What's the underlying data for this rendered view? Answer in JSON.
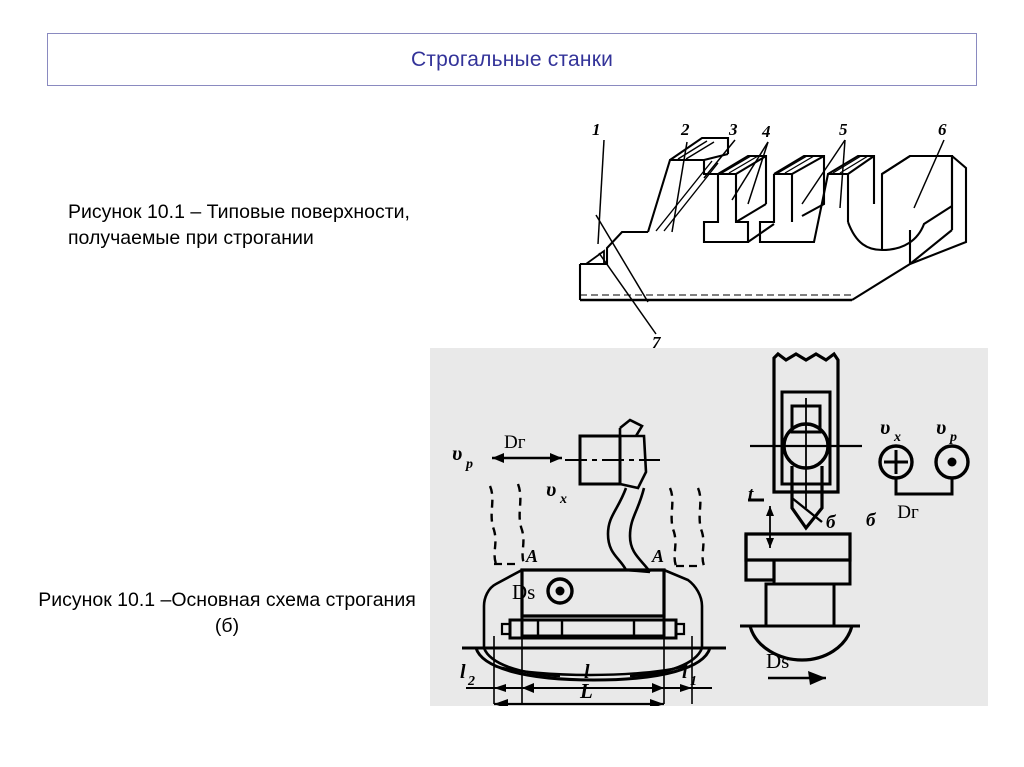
{
  "slide": {
    "title": "Строгальные станки",
    "title_color": "#333399",
    "title_border_color": "#8a8ac0",
    "background_color": "#ffffff"
  },
  "captions": {
    "figure1": "Рисунок 10.1 – Типовые поверхности, получаемые при строгании",
    "figure2": "Рисунок 10.1 –Основная схема строгания (б)"
  },
  "figure1": {
    "name": "typical-planed-surfaces-drawing",
    "description": "Изометрический чертёж детали с типовыми поверхностями, получаемыми при строгании",
    "callouts": [
      {
        "id": "1",
        "label": "1"
      },
      {
        "id": "2",
        "label": "2"
      },
      {
        "id": "3",
        "label": "3"
      },
      {
        "id": "4",
        "label": "4"
      },
      {
        "id": "5",
        "label": "5"
      },
      {
        "id": "6",
        "label": "6"
      },
      {
        "id": "7",
        "label": "7"
      }
    ]
  },
  "figure2": {
    "name": "planing-kinematic-scheme",
    "panel_color": "#e9e9e9",
    "labels": {
      "v_p": "υ",
      "v_p_sub": "р",
      "v_x": "υ",
      "v_x_sub": "х",
      "d_g_left": "Dг",
      "d_s_table": "Ds",
      "section_a_left": "А",
      "section_a_right": "А",
      "dim_l2": "l",
      "dim_l2_sub": "2",
      "dim_l": "l",
      "dim_l1": "l",
      "dim_l1_sub": "1",
      "dim_L": "L",
      "depth_t": "t",
      "section_b_left": "б",
      "section_b_right": "б",
      "d_s_right": "Ds",
      "legend_v_x": "υ",
      "legend_v_x_sub": "х",
      "legend_v_p": "υ",
      "legend_v_p_sub": "р",
      "legend_d_g": "Dг"
    },
    "legend": {
      "into_plane_symbol": "plus-in-circle-icon",
      "out_of_plane_symbol": "dot-in-circle-icon"
    }
  }
}
